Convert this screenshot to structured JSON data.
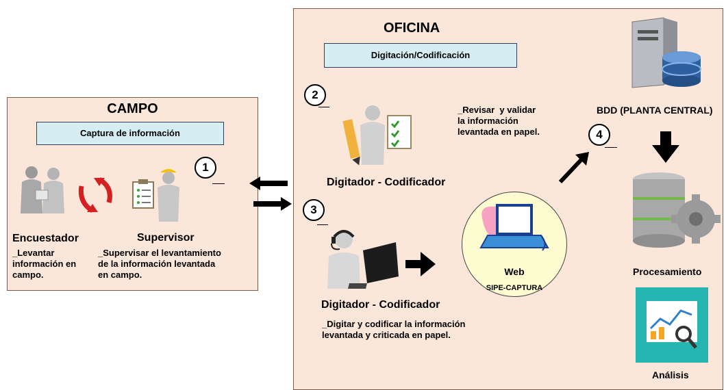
{
  "campo": {
    "title": "CAMPO",
    "bar_label": "Captura de información",
    "step": "1",
    "encuestador": {
      "title": "Encuestador",
      "desc": "_Levantar\ninformación en\ncampo."
    },
    "supervisor": {
      "title": "Supervisor",
      "desc": "_Supervisar el levantamiento\nde la información levantada\nen campo."
    }
  },
  "oficina": {
    "title": "OFICINA",
    "bar_label": "Digitación/Codificación",
    "step2": "2",
    "step3": "3",
    "step4": "4",
    "revisar_desc": "_Revisar  y validar\nla información\nlevantada en papel.",
    "digitador_a": "Digitador - Codificador",
    "digitador_b": "Digitador - Codificador",
    "digitar_desc": "_Digitar y codificar la información\nlevantada y criticada en papel.",
    "web": {
      "title": "Web",
      "subtitle": "SIPE-CAPTURA"
    },
    "bdd": "BDD (PLANTA CENTRAL)",
    "procesamiento": "Procesamiento",
    "analisis": "Análisis"
  },
  "colors": {
    "panel": "#fbe6da",
    "bar": "#d6eef3",
    "web_circle": "#fdfbd0",
    "arrow_red": "#d42020"
  }
}
